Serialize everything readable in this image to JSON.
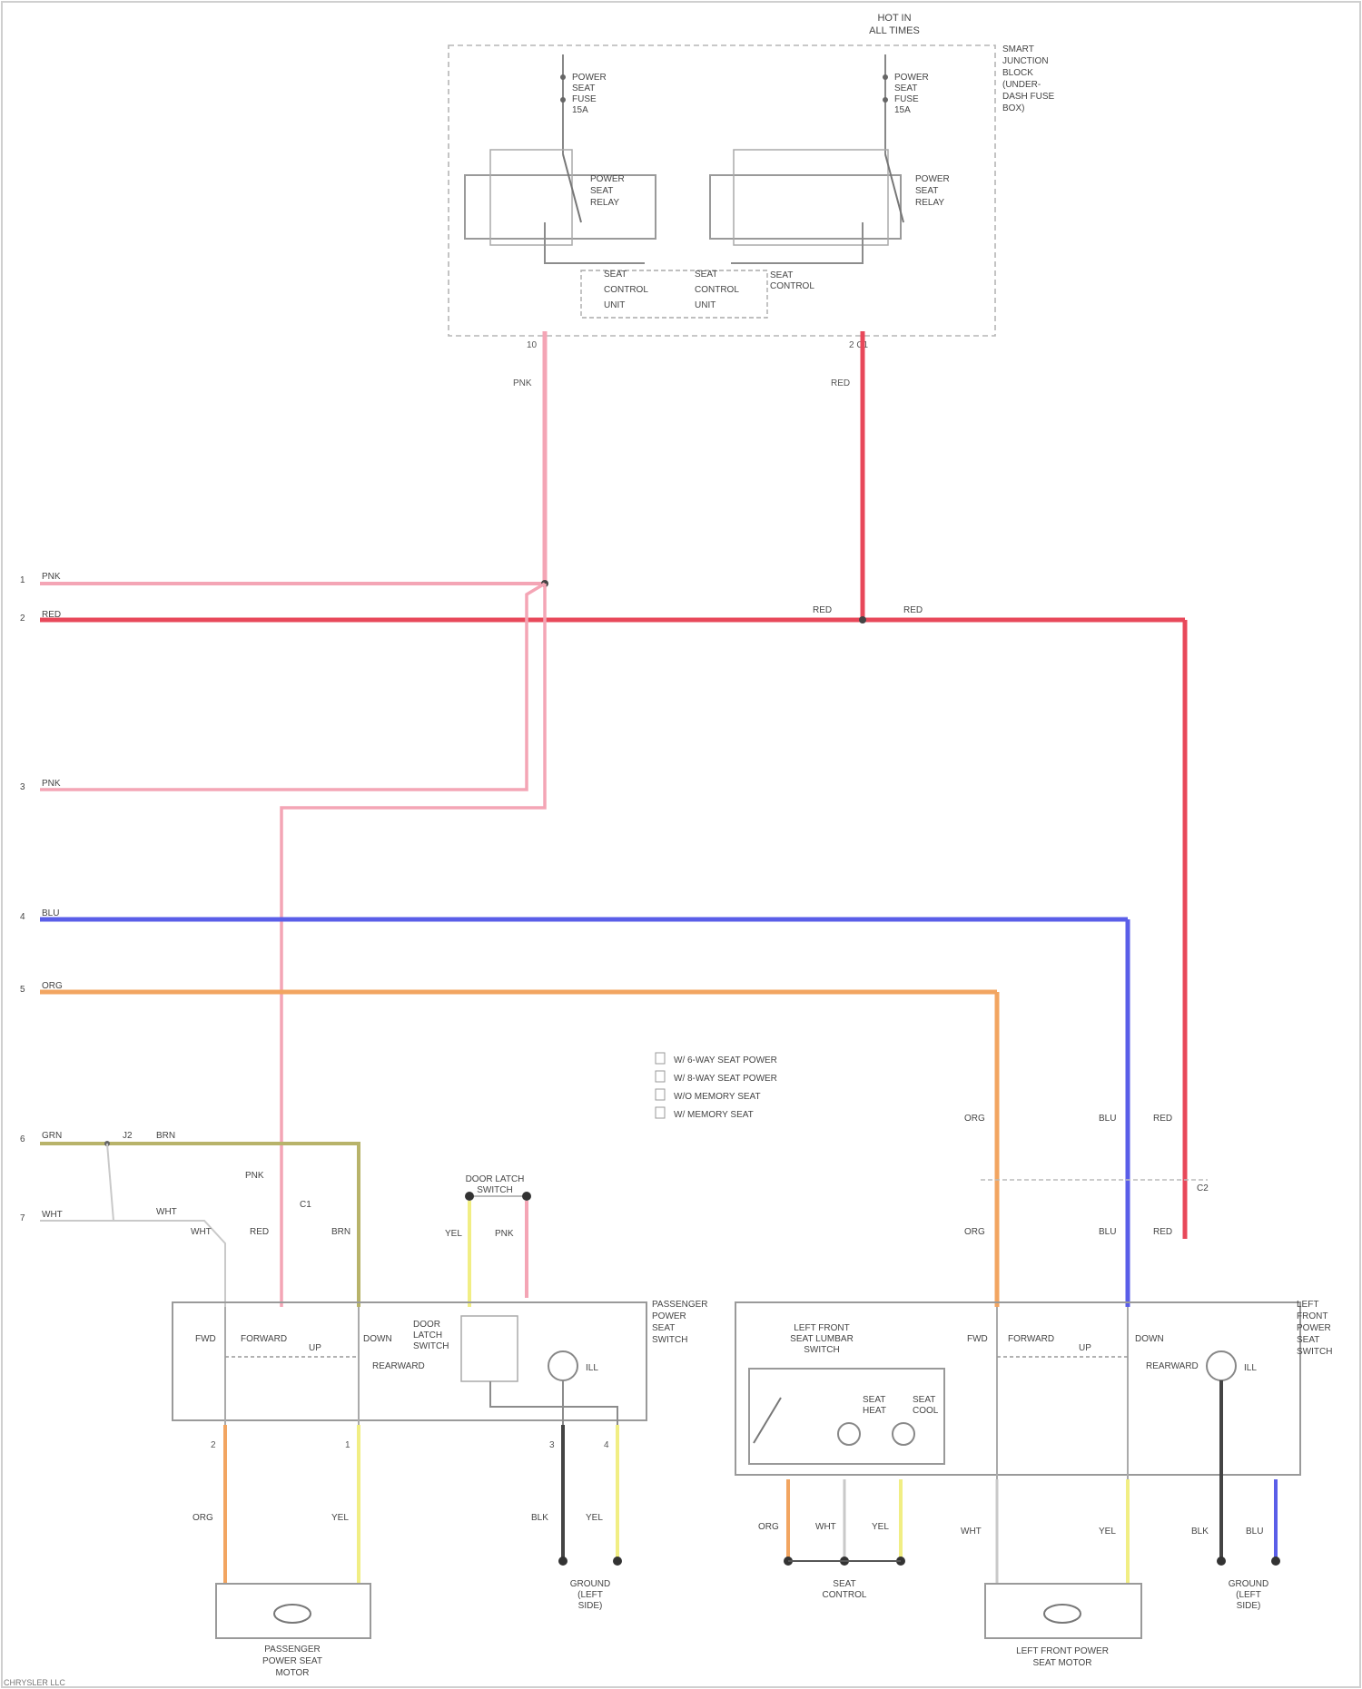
{
  "title": {
    "line1": "HOT IN",
    "line2": "ALL TIMES"
  },
  "block_label": [
    "SMART",
    "JUNCTION",
    "BLOCK",
    "(UNDER-",
    "DASH FUSE",
    "BOX)"
  ],
  "fuses": {
    "left": [
      "POWER",
      "SEAT",
      "FUSE",
      "15A"
    ],
    "right": [
      "POWER",
      "SEAT",
      "FUSE",
      "15A"
    ]
  },
  "relays": {
    "left": [
      "POWER",
      "SEAT",
      "RELAY"
    ],
    "right": [
      "POWER",
      "SEAT",
      "RELAY"
    ]
  },
  "control_units": {
    "left": [
      "SEAT",
      "CONTROL",
      "UNIT"
    ],
    "right": [
      "SEAT",
      "CONTROL",
      "UNIT"
    ],
    "note": [
      "SEAT",
      "CONTROL"
    ]
  },
  "top_pins": {
    "left": "10",
    "right": "2 C1"
  },
  "top_wire_labels": {
    "left": "PNK",
    "right": "RED"
  },
  "ground_lines": [
    {
      "num": "1",
      "label": "PNK"
    },
    {
      "num": "2",
      "label": "RED"
    },
    {
      "num": "3",
      "label": "PNK"
    },
    {
      "num": "4",
      "label": "BLU"
    },
    {
      "num": "5",
      "label": "ORG"
    },
    {
      "num": "6",
      "label": "GRN"
    },
    {
      "num": "7",
      "label": "WHT"
    }
  ],
  "mid_labels": {
    "red_a": "RED",
    "red_b": "RED",
    "gn_b": "BRN",
    "wht_b": "WHT",
    "j2": "J2"
  },
  "legend": [
    "W/ 6-WAY SEAT POWER",
    "W/ 8-WAY SEAT POWER",
    "W/O MEMORY SEAT",
    "W/ MEMORY SEAT"
  ],
  "left_column_wires": [
    "WHT",
    "RED",
    "BRN"
  ],
  "left_column_top": {
    "pnk": "PNK",
    "c": "C1"
  },
  "door_switch": {
    "title": [
      "DOOR LATCH",
      "SWITCH"
    ],
    "wires": [
      "YEL",
      "PNK"
    ]
  },
  "right_column_wires": [
    "ORG",
    "BLU",
    "RED"
  ],
  "right_column_top": [
    "ORG",
    "BLU",
    "RED",
    "C2"
  ],
  "left_switch_label": [
    "PASSENGER",
    "POWER",
    "SEAT",
    "SWITCH"
  ],
  "left_switch_inner": {
    "sw1": "FWD",
    "sw2": "FORWARD",
    "sw3": "UP",
    "sw4": "DOWN",
    "sw5": "REARWARD",
    "lamp": "ILL",
    "latch": [
      "DOOR",
      "LATCH",
      "SWITCH"
    ]
  },
  "right_switch_label": [
    "LEFT",
    "FRONT",
    "POWER",
    "SEAT",
    "SWITCH"
  ],
  "right_switch_inner": {
    "sw1": "FWD",
    "sw2": "FORWARD",
    "sw3": "UP",
    "sw4": "DOWN",
    "sw5": "REARWARD",
    "lamp": "ILL"
  },
  "lumbar_box": {
    "title": [
      "LEFT FRONT",
      "SEAT LUMBAR",
      "SWITCH"
    ],
    "m1": [
      "SEAT",
      "HEAT"
    ],
    "m2": [
      "SEAT",
      "COOL"
    ]
  },
  "bottom_wires_left": [
    "ORG",
    "YEL",
    "BLK",
    "YEL"
  ],
  "bottom_wires_right": [
    "ORG",
    "WHT",
    "YEL",
    "WHT",
    "YEL",
    "BLK",
    "BLU"
  ],
  "bottom_pins_left": [
    "2",
    "1",
    "3",
    "4"
  ],
  "motors": {
    "left": [
      "PASSENGER",
      "POWER SEAT",
      "MOTOR"
    ],
    "right": [
      "LEFT FRONT POWER",
      "SEAT MOTOR"
    ]
  },
  "ground_groups": {
    "left": [
      "GROUND",
      "(LEFT",
      "SIDE)"
    ],
    "mid": [
      "SEAT",
      "CONTROL"
    ],
    "right": [
      "GROUND",
      "(LEFT",
      "SIDE)"
    ]
  },
  "footer": "CHRYSLER LLC",
  "colors": {
    "pink": "#f4a5b5",
    "red": "#e8485a",
    "blue": "#5a5ee8",
    "orange": "#f2a561",
    "olive": "#b8b36a",
    "yellow": "#f1ee84"
  }
}
